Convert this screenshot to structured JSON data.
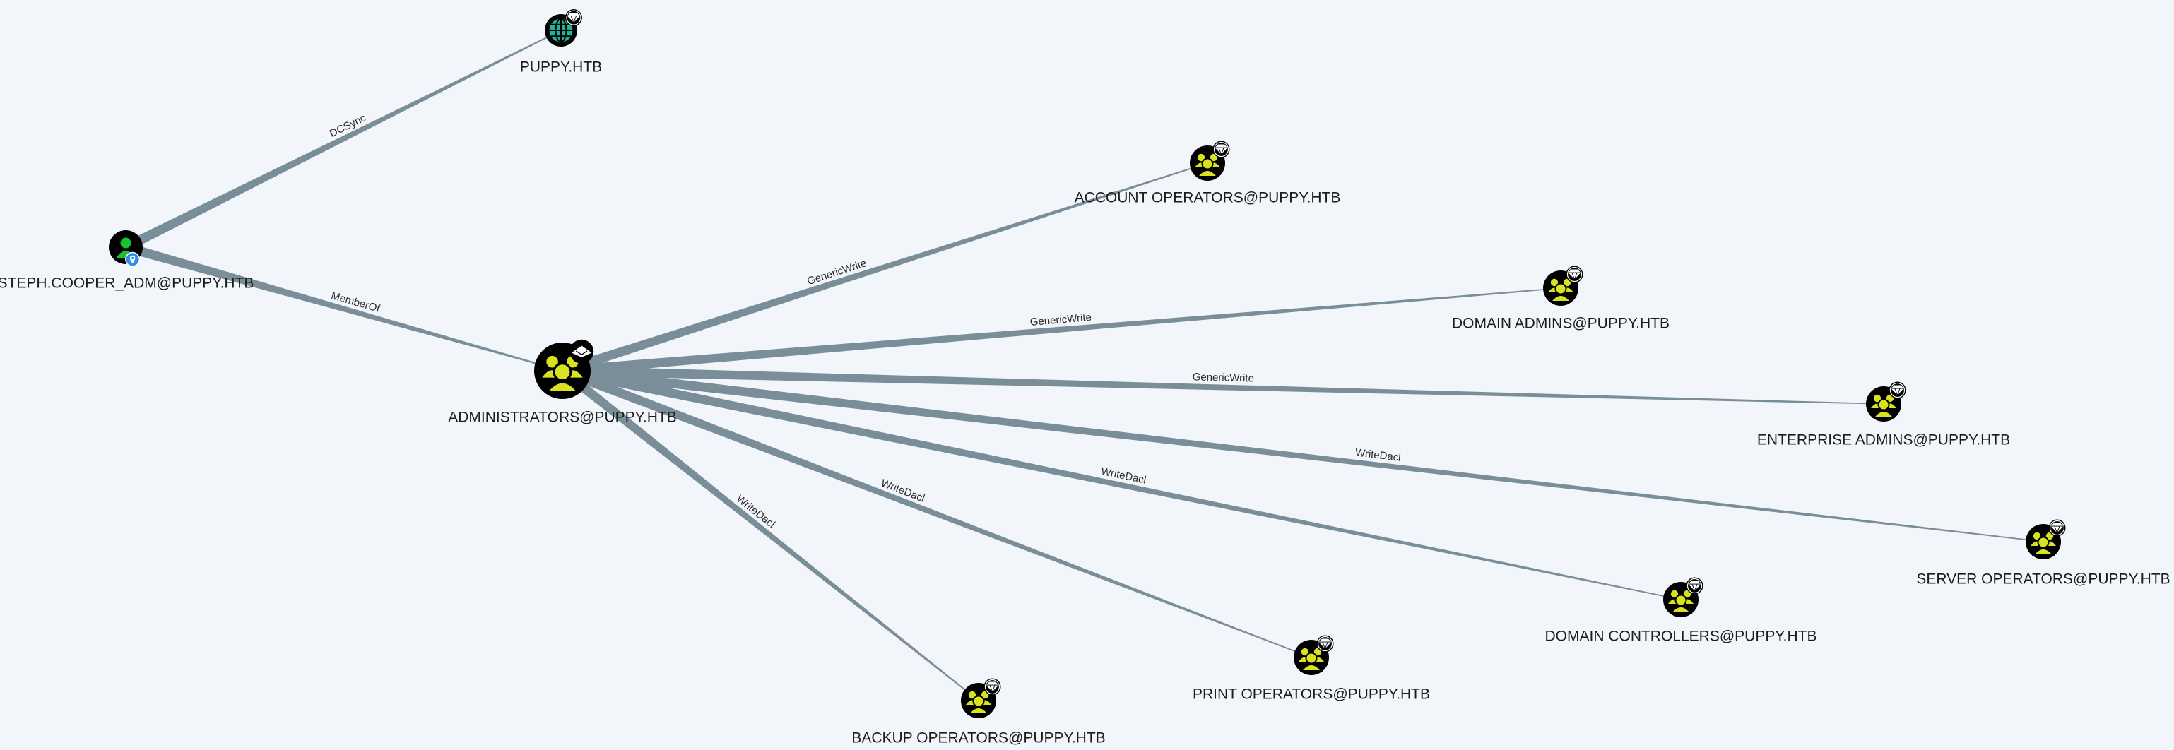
{
  "graph": {
    "nodes": [
      {
        "id": "puppy",
        "label": "PUPPY.HTB",
        "kind": "domain",
        "icon": "globe-icon",
        "badge": "diamond-badge-icon"
      },
      {
        "id": "steph",
        "label": "STEPH.COOPER_ADM@PUPPY.HTB",
        "kind": "user",
        "icon": "user-icon",
        "badge": "location-pin-badge-icon"
      },
      {
        "id": "admins",
        "label": "ADMINISTRATORS@PUPPY.HTB",
        "kind": "group-large",
        "icon": "group-icon",
        "badge": "crown-badge-icon"
      },
      {
        "id": "acct",
        "label": "ACCOUNT OPERATORS@PUPPY.HTB",
        "kind": "group",
        "icon": "group-icon",
        "badge": "diamond-badge-icon"
      },
      {
        "id": "domadm",
        "label": "DOMAIN ADMINS@PUPPY.HTB",
        "kind": "group",
        "icon": "group-icon",
        "badge": "diamond-badge-icon"
      },
      {
        "id": "entadm",
        "label": "ENTERPRISE ADMINS@PUPPY.HTB",
        "kind": "group",
        "icon": "group-icon",
        "badge": "diamond-badge-icon"
      },
      {
        "id": "srvop",
        "label": "SERVER OPERATORS@PUPPY.HTB",
        "kind": "group",
        "icon": "group-icon",
        "badge": "diamond-badge-icon"
      },
      {
        "id": "dc",
        "label": "DOMAIN CONTROLLERS@PUPPY.HTB",
        "kind": "group",
        "icon": "group-icon",
        "badge": "diamond-badge-icon"
      },
      {
        "id": "printop",
        "label": "PRINT OPERATORS@PUPPY.HTB",
        "kind": "group",
        "icon": "group-icon",
        "badge": "diamond-badge-icon"
      },
      {
        "id": "backop",
        "label": "BACKUP OPERATORS@PUPPY.HTB",
        "kind": "group",
        "icon": "group-icon",
        "badge": "diamond-badge-icon"
      }
    ],
    "edges": [
      {
        "from": "steph",
        "to": "puppy",
        "label": "DCSync"
      },
      {
        "from": "steph",
        "to": "admins",
        "label": "MemberOf"
      },
      {
        "from": "admins",
        "to": "acct",
        "label": "GenericWrite"
      },
      {
        "from": "admins",
        "to": "domadm",
        "label": "GenericWrite"
      },
      {
        "from": "admins",
        "to": "entadm",
        "label": "GenericWrite"
      },
      {
        "from": "admins",
        "to": "srvop",
        "label": "WriteDacl"
      },
      {
        "from": "admins",
        "to": "dc",
        "label": "WriteDacl"
      },
      {
        "from": "admins",
        "to": "printop",
        "label": "WriteDacl"
      },
      {
        "from": "admins",
        "to": "backop",
        "label": "WriteDacl"
      }
    ]
  },
  "colors": {
    "background": "#f2f5f9",
    "edge": "#7a8e99",
    "node_ring": "#000000",
    "group_fill": "#d9e21e",
    "user_fill": "#17c32e",
    "domain_fill": "#1fb39a",
    "label_text": "#1c1c1c",
    "badge_fill": "#ffffff",
    "pin_fill": "#2f8df0"
  }
}
